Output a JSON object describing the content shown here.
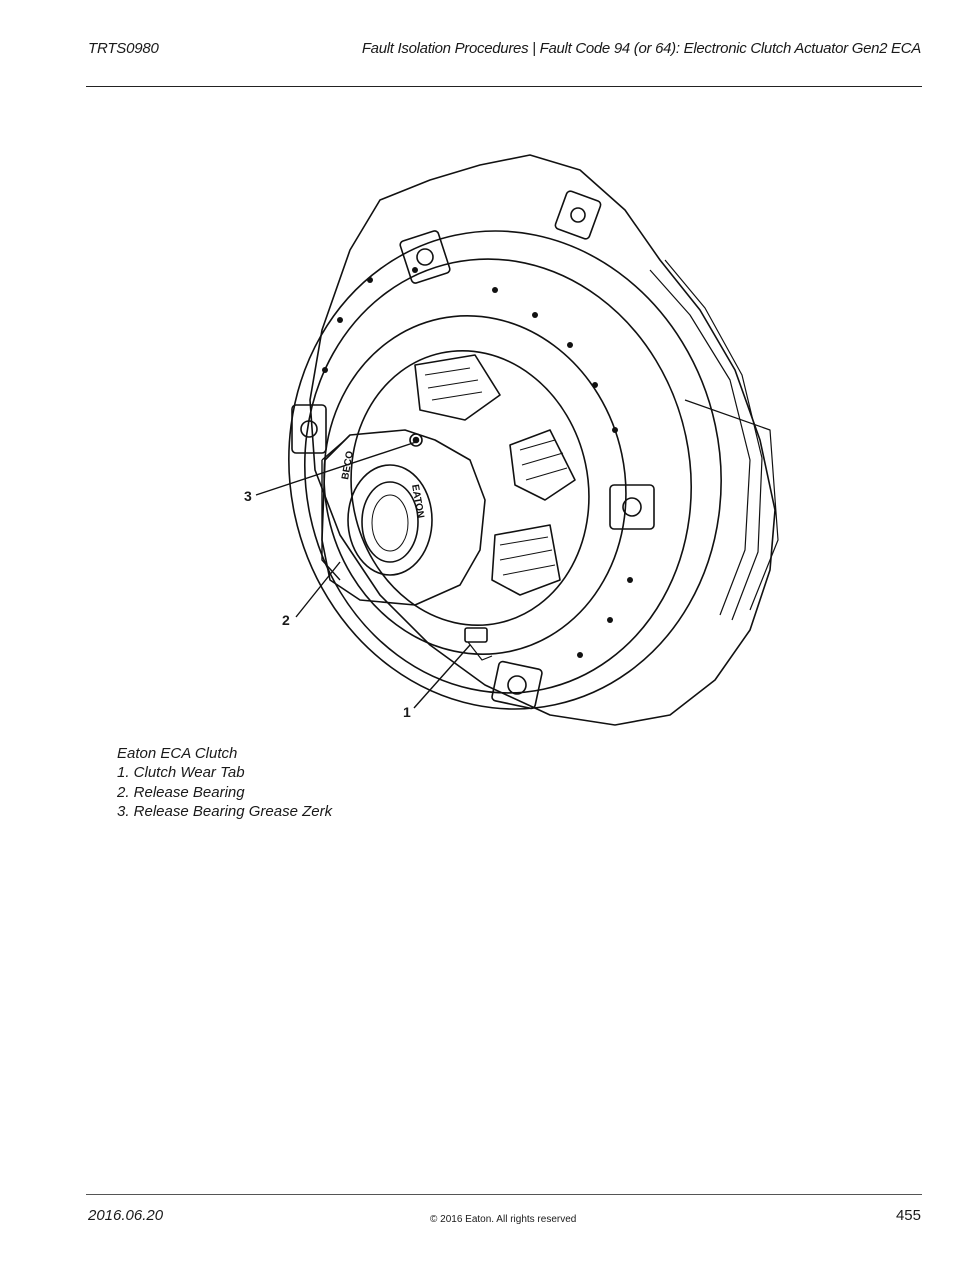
{
  "header": {
    "doc_id": "TRTS0980",
    "section_title": "Fault Isolation Procedures | Fault Code 94 (or 64): Electronic Clutch Actuator Gen2 ECA"
  },
  "figure": {
    "callouts": [
      "1",
      "2",
      "3"
    ],
    "bearing_text_1": "EATON",
    "bearing_text_2": "BECO"
  },
  "caption": {
    "title": "Eaton ECA Clutch",
    "items": [
      "1. Clutch Wear Tab",
      "2. Release Bearing",
      "3. Release Bearing Grease Zerk"
    ]
  },
  "footer": {
    "date": "2016.06.20",
    "copyright": "© 2016 Eaton. All rights reserved",
    "page_number": "455"
  }
}
